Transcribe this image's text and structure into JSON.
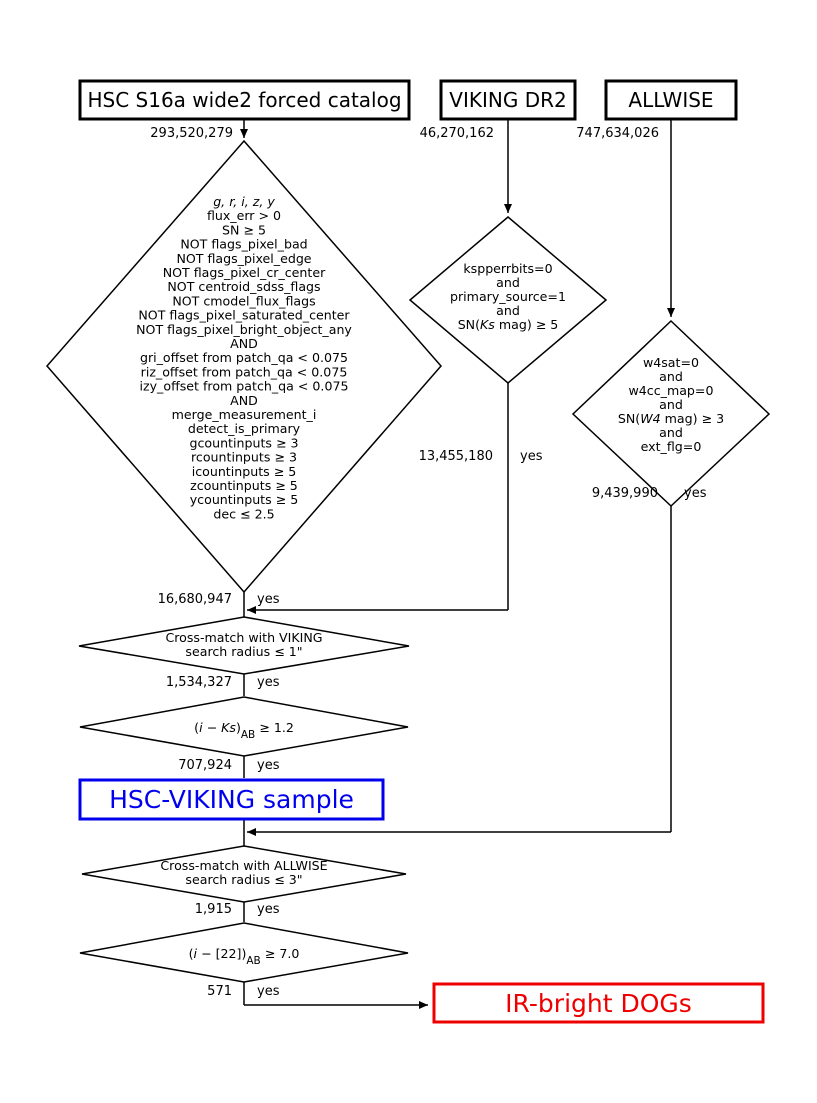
{
  "sources": {
    "hsc": "HSC S16a wide2 forced catalog",
    "viking": "VIKING DR2",
    "allwise": "ALLWISE"
  },
  "counts": {
    "hsc_total": "293,520,279",
    "viking_total": "46,270,162",
    "allwise_total": "747,634,026",
    "viking_selected": "13,455,180",
    "allwise_selected": "9,439,990",
    "hsc_selected": "16,680,947",
    "viking_match": "1,534,327",
    "color_cut": "707,924",
    "allwise_match": "1,915",
    "final": "571"
  },
  "yes_label": "yes",
  "hsc_criteria": [
    "g, r, i, z, y",
    "flux_err > 0",
    "SN ≥ 5",
    "NOT flags_pixel_bad",
    "NOT flags_pixel_edge",
    "NOT flags_pixel_cr_center",
    "NOT centroid_sdss_flags",
    "NOT cmodel_flux_flags",
    "NOT flags_pixel_saturated_center",
    "NOT flags_pixel_bright_object_any",
    "AND",
    "gri_offset from patch_qa < 0.075",
    "riz_offset from patch_qa < 0.075",
    "izy_offset from patch_qa < 0.075",
    "AND",
    "merge_measurement_i",
    "detect_is_primary",
    "gcountinputs ≥ 3",
    "rcountinputs ≥ 3",
    "icountinputs ≥ 5",
    "zcountinputs ≥ 5",
    "ycountinputs ≥ 5",
    "dec ≤ 2.5"
  ],
  "viking_criteria": {
    "line1": "kspperrbits=0",
    "line2": "and",
    "line3": "primary_source=1",
    "line4": "and",
    "line5_pre": "SN(",
    "line5_it": "Ks",
    "line5_post": " mag) ≥ 5"
  },
  "allwise_criteria": {
    "line1": "w4sat=0",
    "line2": "and",
    "line3": "w4cc_map=0",
    "line4": "and",
    "line5_pre": "SN(",
    "line5_it": "W4",
    "line5_post": " mag) ≥ 3",
    "line6": "and",
    "line7": "ext_flg=0"
  },
  "viking_match": {
    "line1": "Cross-match with VIKING",
    "line2": "search radius ≤ 1\""
  },
  "ks_color": {
    "open": "(",
    "i": "i",
    "minus": " − ",
    "ks": "Ks",
    "close": ")",
    "sub": "AB",
    "cut": " ≥ 1.2"
  },
  "hsc_viking_sample": "HSC-VIKING sample",
  "allwise_match": {
    "line1": "Cross-match with ALLWISE",
    "line2": "search radius ≤ 3\""
  },
  "w22_color": {
    "open": "(",
    "i": "i",
    "rest": " − [22])",
    "sub": "AB",
    "cut": " ≥ 7.0"
  },
  "final_sample": "IR-bright DOGs"
}
